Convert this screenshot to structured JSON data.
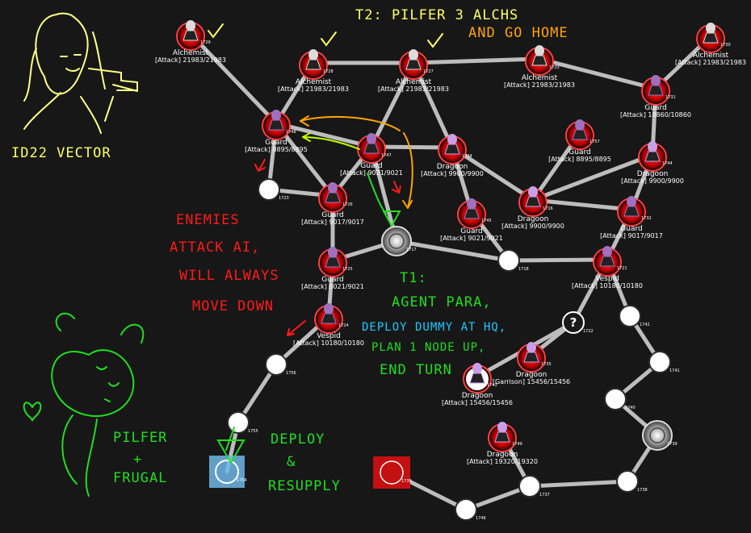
{
  "map": {
    "nodes": [
      {
        "id": "1729",
        "type": "enemy",
        "name": "Alchemist",
        "stat": "[Attack] 21983/21983",
        "unit": "alchemist"
      },
      {
        "id": "1728",
        "type": "enemy",
        "name": "Alchemist",
        "stat": "[Attack] 21983/21983",
        "unit": "alchemist"
      },
      {
        "id": "1727",
        "type": "enemy",
        "name": "Alchemist",
        "stat": "[Attack] 21983/21983",
        "unit": "alchemist"
      },
      {
        "id": "1733",
        "type": "enemy",
        "name": "Alchemist",
        "stat": "[Attack] 21983/21983",
        "unit": "alchemist"
      },
      {
        "id": "1730",
        "type": "enemy",
        "name": "Alchemist",
        "stat": "[Attack] 21983/21983",
        "unit": "alchemist"
      },
      {
        "id": "1731",
        "type": "enemy",
        "name": "Guard",
        "stat": "[Attack] 10860/10860",
        "unit": "guard"
      },
      {
        "id": "1748",
        "type": "enemy",
        "name": "Guard",
        "stat": "[Attack] 8895/8895",
        "unit": "guard"
      },
      {
        "id": "1747",
        "type": "enemy",
        "name": "Guard",
        "stat": "[Attack] 9021/9021",
        "unit": "guard"
      },
      {
        "id": "1734",
        "type": "enemy",
        "name": "Dragoon",
        "stat": "[Attack] 9900/9900",
        "unit": "dragoon"
      },
      {
        "id": "1757",
        "type": "enemy",
        "name": "Guard",
        "stat": "[Attack] 8895/8895",
        "unit": "guard"
      },
      {
        "id": "1744",
        "type": "enemy",
        "name": "Dragoon",
        "stat": "[Attack] 9900/9900",
        "unit": "dragoon"
      },
      {
        "id": "1723",
        "type": "empty",
        "name": "",
        "stat": "",
        "unit": ""
      },
      {
        "id": "1726",
        "type": "enemy",
        "name": "Guard",
        "stat": "[Attack] 9017/9017",
        "unit": "guard"
      },
      {
        "id": "1716",
        "type": "enemy",
        "name": "Dragoon",
        "stat": "[Attack] 9900/9900",
        "unit": "dragoon"
      },
      {
        "id": "1745",
        "type": "enemy",
        "name": "Guard",
        "stat": "[Attack] 9021/9021",
        "unit": "guard"
      },
      {
        "id": "1732",
        "type": "enemy",
        "name": "Guard",
        "stat": "[Attack] 9017/9017",
        "unit": "guard"
      },
      {
        "id": "1717",
        "type": "hq",
        "name": "",
        "stat": "",
        "unit": ""
      },
      {
        "id": "1718",
        "type": "empty",
        "name": "",
        "stat": "",
        "unit": ""
      },
      {
        "id": "1725",
        "type": "enemy",
        "name": "Guard",
        "stat": "[Attack] 9021/9021",
        "unit": "guard"
      },
      {
        "id": "1721",
        "type": "enemy",
        "name": "Vespid",
        "stat": "[Attack] 10180/10180",
        "unit": "vespid"
      },
      {
        "id": "1724",
        "type": "enemy",
        "name": "Vespid",
        "stat": "[Attack] 10180/10180",
        "unit": "vespid"
      },
      {
        "id": "1722",
        "type": "unknown",
        "name": "",
        "stat": "",
        "unit": ""
      },
      {
        "id": "1742",
        "type": "empty",
        "name": "",
        "stat": "",
        "unit": ""
      },
      {
        "id": "1735",
        "type": "enemy",
        "name": "Dragoon",
        "stat": "[Garrison] 15456/15456",
        "unit": "dragoon"
      },
      {
        "id": "1743",
        "type": "enemy",
        "name": "Dragoon",
        "stat": "[Attack] 15456/15456",
        "unit": "dragoon",
        "base": "white"
      },
      {
        "id": "1741",
        "type": "empty",
        "name": "",
        "stat": "",
        "unit": ""
      },
      {
        "id": "1756",
        "type": "empty",
        "name": "",
        "stat": "",
        "unit": ""
      },
      {
        "id": "1740",
        "type": "empty",
        "name": "",
        "stat": "",
        "unit": ""
      },
      {
        "id": "1755",
        "type": "empty",
        "name": "",
        "stat": "",
        "unit": ""
      },
      {
        "id": "1749",
        "type": "enemy",
        "name": "Dragoon",
        "stat": "[Attack] 19320/19320",
        "unit": "dragoon"
      },
      {
        "id": "1739",
        "type": "hq",
        "name": "",
        "stat": "",
        "unit": ""
      },
      {
        "id": "1754",
        "type": "player-hq",
        "name": "",
        "stat": "",
        "unit": ""
      },
      {
        "id": "1736",
        "type": "enemy-hq",
        "name": "",
        "stat": "",
        "unit": ""
      },
      {
        "id": "1737",
        "type": "empty",
        "name": "",
        "stat": "",
        "unit": ""
      },
      {
        "id": "1738",
        "type": "empty",
        "name": "",
        "stat": "",
        "unit": ""
      },
      {
        "id": "1746",
        "type": "empty",
        "name": "",
        "stat": "",
        "unit": ""
      }
    ],
    "edges": [
      [
        "1729",
        "1748"
      ],
      [
        "1728",
        "1748"
      ],
      [
        "1728",
        "1727"
      ],
      [
        "1727",
        "1733"
      ],
      [
        "1733",
        "1731"
      ],
      [
        "1730",
        "1731"
      ],
      [
        "1727",
        "1747"
      ],
      [
        "1727",
        "1734"
      ],
      [
        "1748",
        "1723"
      ],
      [
        "1748",
        "1726"
      ],
      [
        "1748",
        "1747"
      ],
      [
        "1747",
        "1726"
      ],
      [
        "1747",
        "1734"
      ],
      [
        "1747",
        "1717"
      ],
      [
        "1734",
        "1745"
      ],
      [
        "1734",
        "1716"
      ],
      [
        "1731",
        "1744"
      ],
      [
        "1757",
        "1716"
      ],
      [
        "1744",
        "1716"
      ],
      [
        "1744",
        "1732"
      ],
      [
        "1723",
        "1726"
      ],
      [
        "1716",
        "1732"
      ],
      [
        "1745",
        "1718"
      ],
      [
        "1726",
        "1725"
      ],
      [
        "1717",
        "1725"
      ],
      [
        "1717",
        "1718"
      ],
      [
        "1718",
        "1721"
      ],
      [
        "1732",
        "1721"
      ],
      [
        "1725",
        "1724"
      ],
      [
        "1724",
        "1756"
      ],
      [
        "1721",
        "1722"
      ],
      [
        "1721",
        "1742"
      ],
      [
        "1722",
        "1735"
      ],
      [
        "1722",
        "1743"
      ],
      [
        "1742",
        "1741"
      ],
      [
        "1741",
        "1740"
      ],
      [
        "1740",
        "1739"
      ],
      [
        "1756",
        "1755"
      ],
      [
        "1755",
        "1754"
      ],
      [
        "1739",
        "1738"
      ],
      [
        "1738",
        "1737"
      ],
      [
        "1737",
        "1749"
      ],
      [
        "1737",
        "1746"
      ],
      [
        "1746",
        "1736"
      ]
    ]
  },
  "hq_labels": {
    "1754": "",
    "1739": ""
  },
  "notes": {
    "id_vector": "ID22 VECTOR",
    "t2": "T2: PILFER 3 ALCHS",
    "t2_line2": "AND GO HOME",
    "enemies": [
      "ENEMIES",
      "ATTACK AI,",
      "WILL ALWAYS",
      "MOVE DOWN"
    ],
    "t1": [
      "T1:",
      "AGENT PARA,",
      "DEPLOY DUMMY AT HQ,",
      "PLAN 1 NODE UP,",
      "END TURN"
    ],
    "pilfer": [
      "PILFER",
      "+",
      "FRUGAL"
    ],
    "deploy": [
      "DEPLOY",
      "&",
      "RESUPPLY"
    ],
    "colors": {
      "yellow": "#ffff66",
      "orange": "#ffa500",
      "red": "#ff1a1a",
      "cyan": "#1ec8ff",
      "green": "#22dd22",
      "white": "#ffffff"
    }
  }
}
